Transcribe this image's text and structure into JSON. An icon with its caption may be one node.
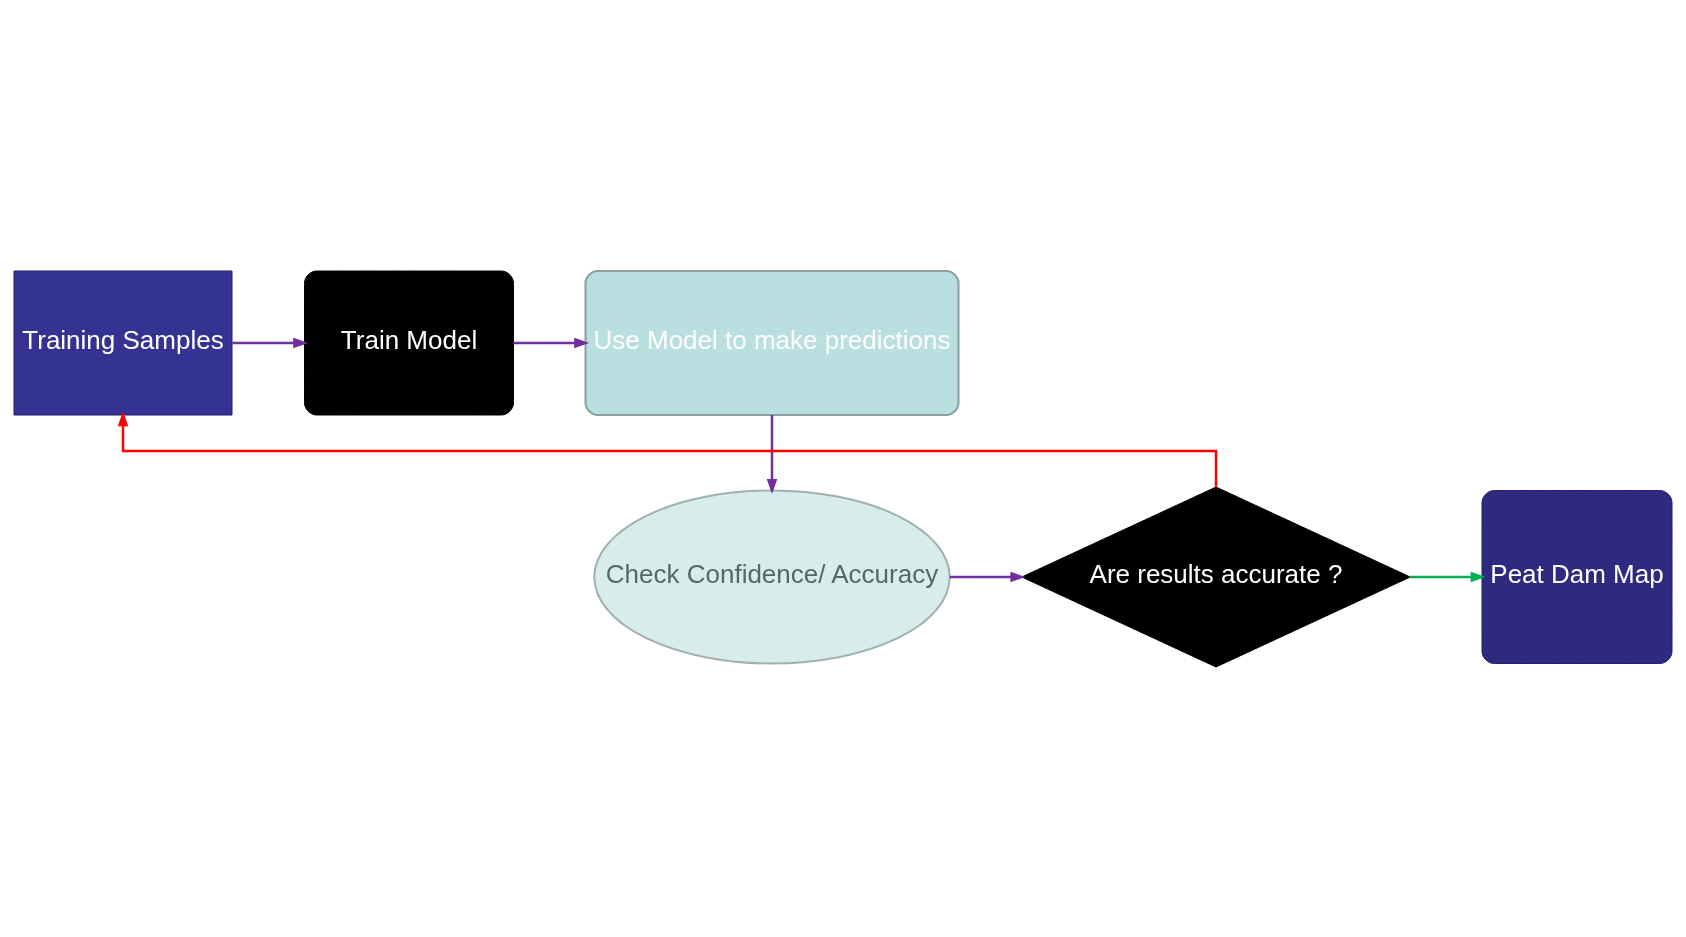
{
  "diagram": {
    "nodes": [
      {
        "text": [
          "Training Samples"
        ]
      },
      {
        "text": [
          "Train Model"
        ]
      },
      {
        "text": [
          "Use Model to make predictions"
        ]
      },
      {
        "text": [
          "Check Confidence/ Accuracy"
        ]
      },
      {
        "text": [
          "Are results accurate ?"
        ]
      },
      {
        "text": [
          "Peat Dam Map"
        ]
      }
    ],
    "edges": [
      {
        "from": 0,
        "to": 1,
        "arrow": "to"
      },
      {
        "from": 1,
        "to": 2,
        "arrow": "to"
      },
      {
        "from": 2,
        "to": 3,
        "arrow": "to"
      },
      {
        "from": 3,
        "to": 4,
        "arrow": "to"
      },
      {
        "from": 4,
        "to": 5,
        "arrow": "to",
        "color": "#00b050"
      },
      {
        "from": 4,
        "to": 0,
        "arrow": "to",
        "color": "#ff0000"
      }
    ]
  }
}
